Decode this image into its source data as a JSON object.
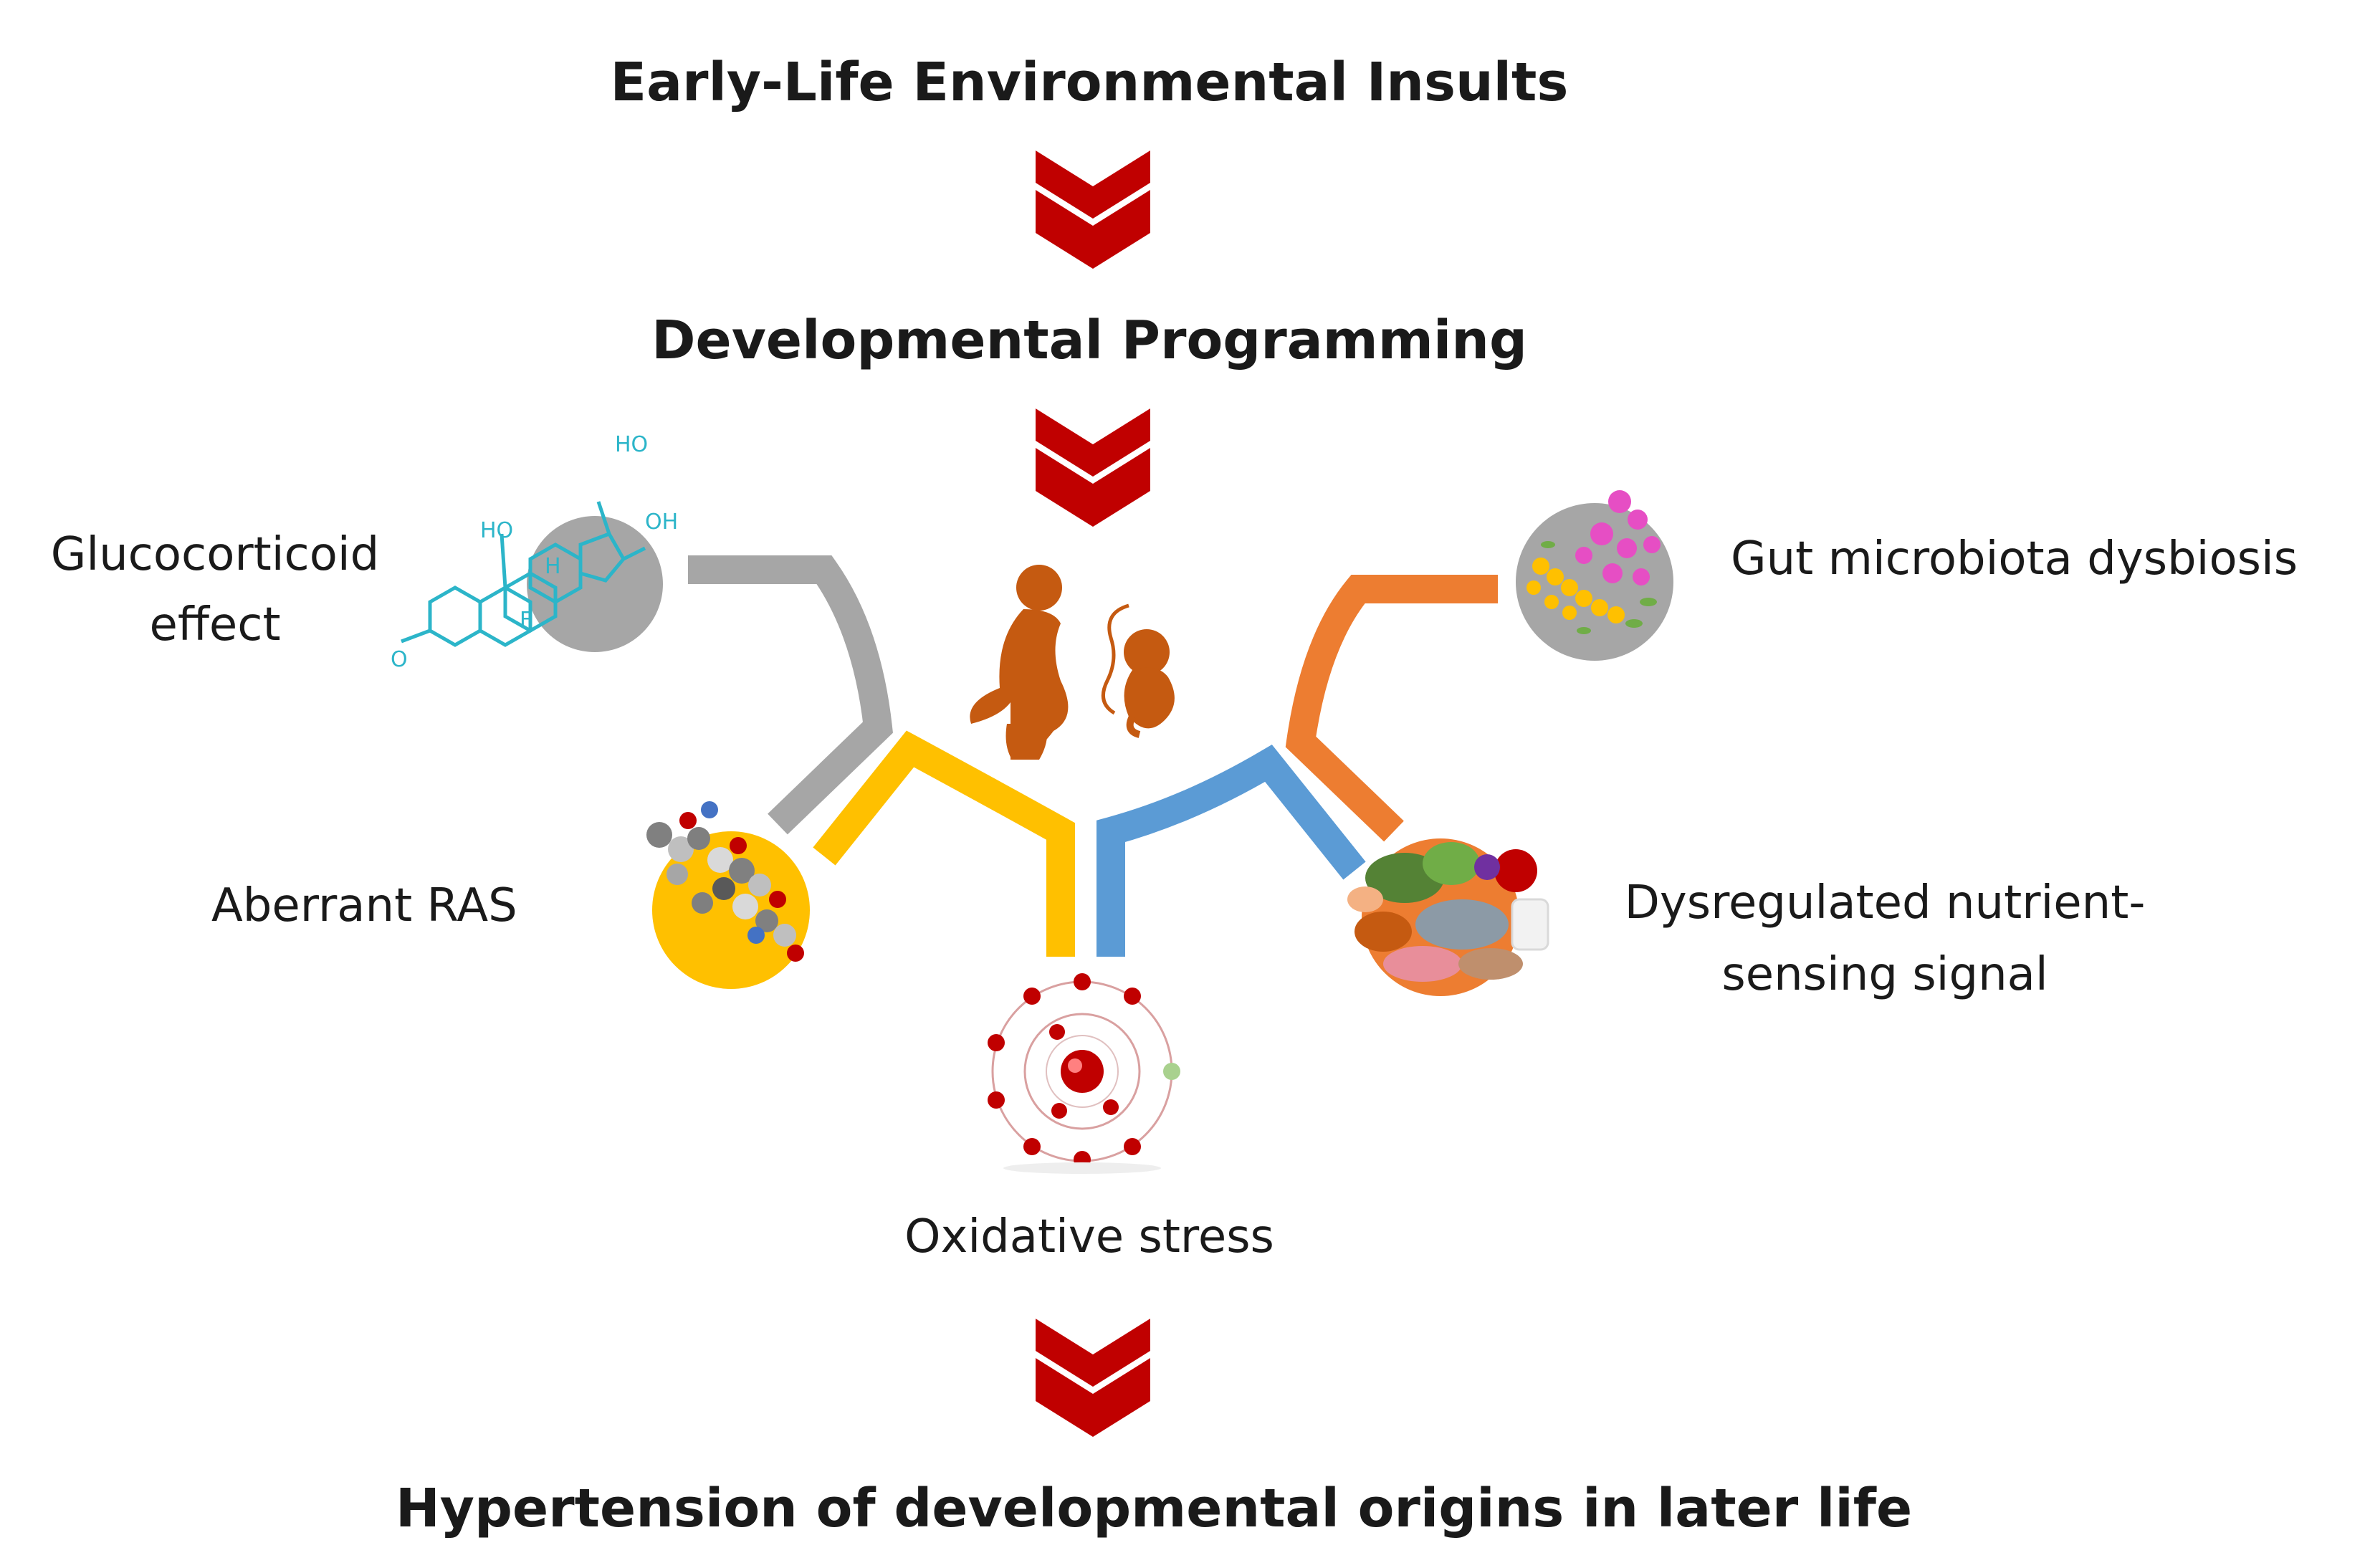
{
  "title": "Early-Life Environmental Insults",
  "step2": "Developmental Programming",
  "conclusion": "Hypertension of developmental origins in later life",
  "mechanisms": {
    "glucocorticoid": [
      "Glucocorticoid",
      "effect"
    ],
    "ras": "Aberrant RAS",
    "oxidative": "Oxidative stress",
    "nutrient": [
      "Dysregulated nutrient-",
      "sensing signal"
    ],
    "gut": "Gut microbiota dysbiosis"
  },
  "molecule_labels": {
    "ho_top": "HO",
    "ho_left": "HO",
    "oh_right": "OH",
    "h": "H",
    "f": "F",
    "o": "O"
  },
  "colors": {
    "arrow": "#c00000",
    "glucocorticoid": "#a6a6a6",
    "ras": "#ffc000",
    "nutrient": "#5b9bd5",
    "gut": "#ed7d31",
    "figure": "#c55a11",
    "molecule": "#2cb5c9"
  },
  "icons": {
    "arrow": "double-chevron-down",
    "center": "pregnant-woman-and-fetus",
    "glucocorticoid": "steroid-molecule",
    "ras": "protein-molecule-model",
    "oxidative": "atom-model",
    "nutrient": "food-assortment",
    "gut": "bacteria-cluster"
  }
}
